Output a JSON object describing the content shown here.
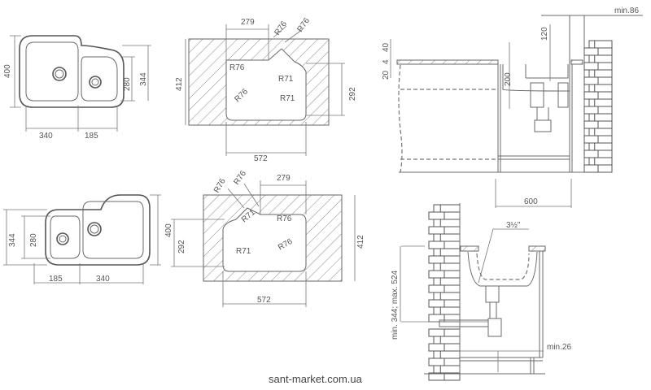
{
  "sink_top_left": {
    "height": "400",
    "bowl_height": "280",
    "small_bowl": "344",
    "large_width": "340",
    "small_width": "185"
  },
  "cutout_top": {
    "width_279": "279",
    "r1": "R76",
    "r2": "R76",
    "height": "412",
    "r3": "R76",
    "r4": "R71",
    "inner_height": "292",
    "r5": "R76",
    "r6": "R71",
    "width": "572"
  },
  "side_top": {
    "min_wall": "min.86",
    "depth_120": "120",
    "d40": "40",
    "d4": "4",
    "d20": "20",
    "d200": "200",
    "cabinet": "600"
  },
  "sink_bottom_left": {
    "small_bowl": "344",
    "bowl_height": "280",
    "height": "400",
    "small_width": "185",
    "large_width": "340"
  },
  "cutout_bottom": {
    "r1": "R76",
    "r2": "R76",
    "width_279": "279",
    "r3": "R71",
    "r4": "R76",
    "inner_height": "292",
    "r5": "R71",
    "r6": "R76",
    "height": "412",
    "width": "572"
  },
  "side_bottom": {
    "drain": "3½\"",
    "range": "min. 344; max. 524",
    "min_floor": "min.26"
  },
  "footer": {
    "watermark": "sant-market.com.ua"
  }
}
